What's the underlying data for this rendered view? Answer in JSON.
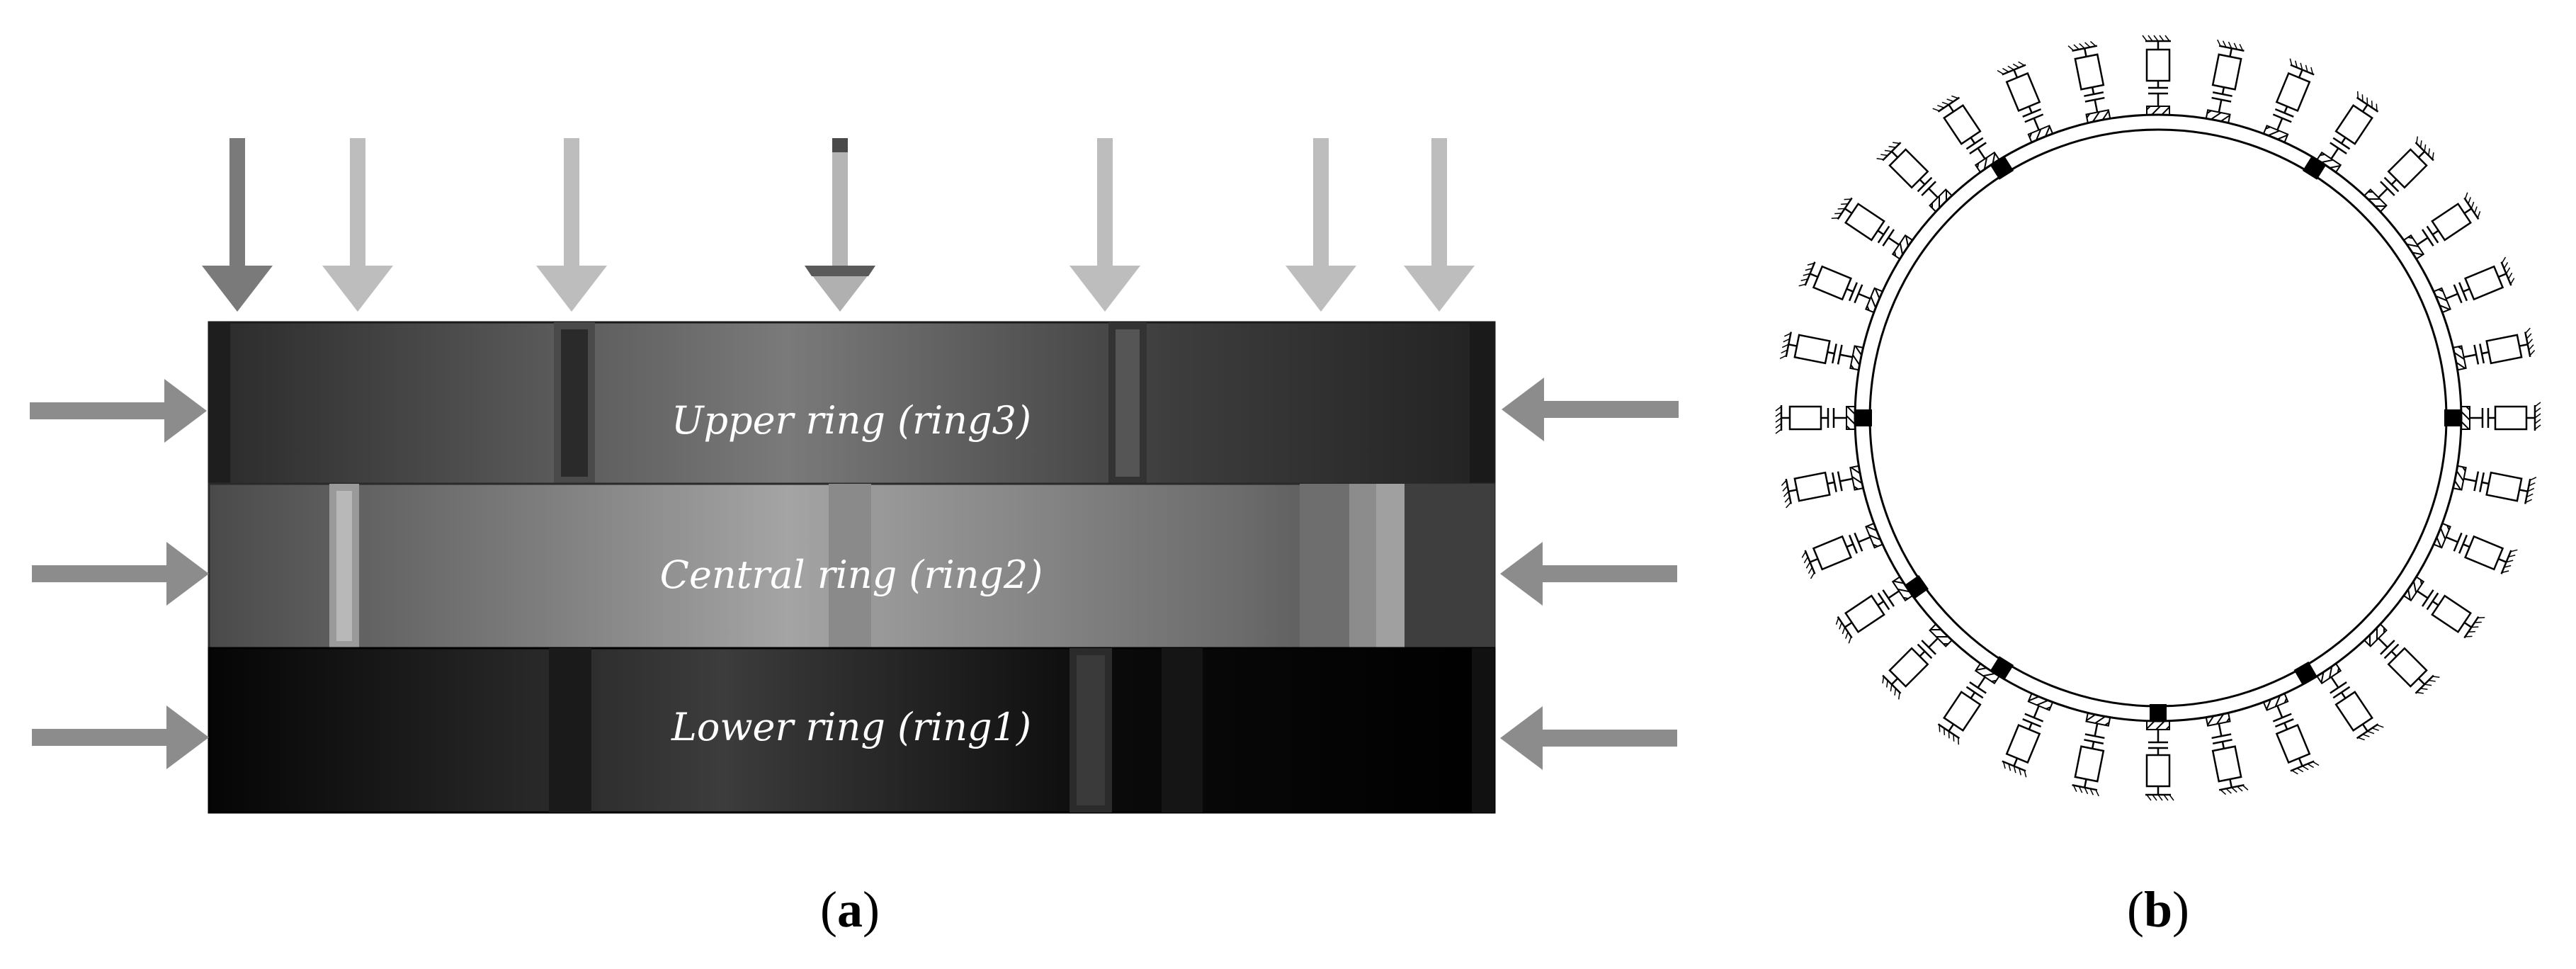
{
  "panel_a": {
    "label": "a",
    "rings": [
      {
        "name": "Upper ring (ring3)"
      },
      {
        "name": "Central ring (ring2)"
      },
      {
        "name": "Lower ring (ring1)"
      }
    ],
    "top_force_arrows": 7,
    "side_force_arrows_per_side": 3
  },
  "panel_b": {
    "label": "b",
    "spring_damper_supports": 32,
    "blocks": 8
  },
  "colors": {
    "arrow": "#8c8c8c",
    "ring3": "#3a3a3a",
    "ring2": "#7a7a7a",
    "ring1": "#0c0c0c"
  }
}
